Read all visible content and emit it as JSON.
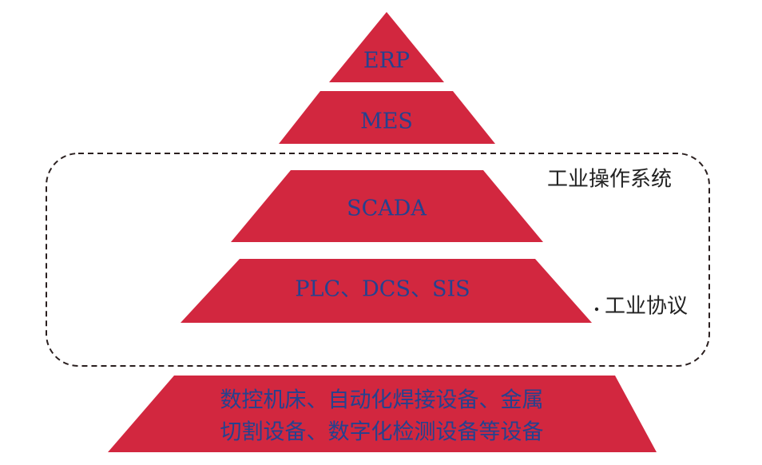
{
  "diagram": {
    "colors": {
      "tier_fill": "#d2273f",
      "tier_text": "#24428f",
      "side_text": "#222222",
      "dashed_border": "#2a1f1f"
    },
    "tiers": [
      {
        "id": "erp",
        "label": "ERP"
      },
      {
        "id": "mes",
        "label": "MES"
      },
      {
        "id": "scada",
        "label": "SCADA"
      },
      {
        "id": "plc",
        "label": "PLC、DCS、SIS"
      }
    ],
    "base": {
      "line1": "数控机床、自动化焊接设备、金属",
      "line2": "切割设备、数字化检测设备等设备"
    },
    "side_labels": {
      "os": "工业操作系统",
      "protocol": "工业协议"
    }
  }
}
